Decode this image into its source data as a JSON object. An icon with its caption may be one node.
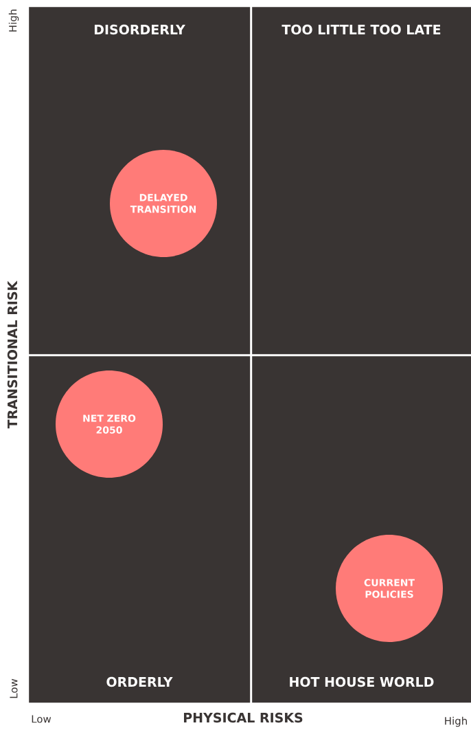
{
  "diagram": {
    "nodes": [
      {
        "text": [
          "DISORDERLY"
        ]
      },
      {
        "text": [
          "TOO LITTLE TOO LATE"
        ]
      },
      {
        "text": [
          "ORDERLY"
        ]
      },
      {
        "text": [
          "HOT HOUSE WORLD"
        ]
      },
      {
        "text": [
          "DELAYED TRANSITION"
        ],
        "in": 0
      },
      {
        "text": [
          "NET ZERO 2050"
        ],
        "in": 2
      },
      {
        "text": [
          "CURRENT POLICIES"
        ],
        "in": 3
      }
    ],
    "labels": [
      "High",
      "TRANSITIONAL RISK",
      "Low",
      "Low",
      "PHYSICAL RISKS",
      "High"
    ]
  }
}
